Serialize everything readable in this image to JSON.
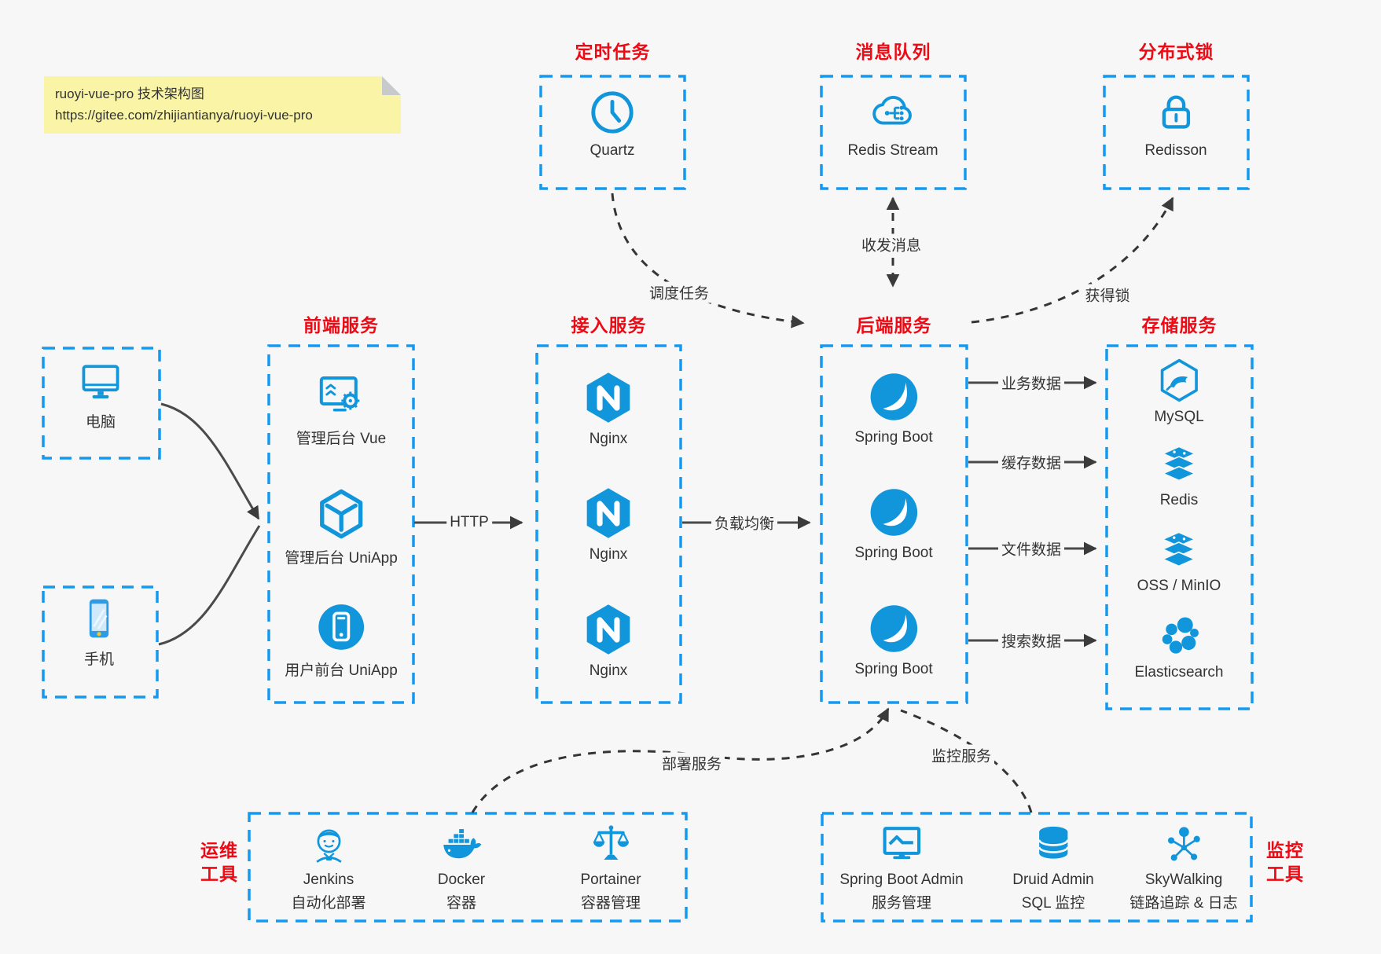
{
  "note": {
    "line1": "ruoyi-vue-pro 技术架构图",
    "line2": "https://gitee.com/zhijiantianya/ruoyi-vue-pro"
  },
  "colors": {
    "accent_blue": "#1296db",
    "border_blue": "#1499f0",
    "title_red": "#ee0a15",
    "note_yellow": "#faf5a6",
    "background": "#f7f7f7"
  },
  "top_groups": [
    {
      "title": "定时任务",
      "item": {
        "label": "Quartz",
        "icon": "clock-icon"
      }
    },
    {
      "title": "消息队列",
      "item": {
        "label": "Redis Stream",
        "icon": "cloud-stream-icon"
      }
    },
    {
      "title": "分布式锁",
      "item": {
        "label": "Redisson",
        "icon": "lock-icon"
      }
    }
  ],
  "clients": [
    {
      "label": "电脑",
      "icon": "desktop-icon"
    },
    {
      "label": "手机",
      "icon": "phone-icon"
    }
  ],
  "columns": [
    {
      "title": "前端服务",
      "items": [
        {
          "label": "管理后台 Vue",
          "icon": "admin-vue-icon"
        },
        {
          "label": "管理后台 UniApp",
          "icon": "cube-icon"
        },
        {
          "label": "用户前台 UniApp",
          "icon": "mobile-circle-icon"
        }
      ]
    },
    {
      "title": "接入服务",
      "items": [
        {
          "label": "Nginx",
          "icon": "nginx-icon"
        },
        {
          "label": "Nginx",
          "icon": "nginx-icon"
        },
        {
          "label": "Nginx",
          "icon": "nginx-icon"
        }
      ]
    },
    {
      "title": "后端服务",
      "items": [
        {
          "label": "Spring Boot",
          "icon": "spring-icon"
        },
        {
          "label": "Spring Boot",
          "icon": "spring-icon"
        },
        {
          "label": "Spring Boot",
          "icon": "spring-icon"
        }
      ]
    },
    {
      "title": "存储服务",
      "items": [
        {
          "label": "MySQL",
          "icon": "mysql-icon"
        },
        {
          "label": "Redis",
          "icon": "layers-icon"
        },
        {
          "label": "OSS / MinIO",
          "icon": "layers-icon"
        },
        {
          "label": "Elasticsearch",
          "icon": "elastic-icon"
        }
      ]
    }
  ],
  "bottom_groups": [
    {
      "label_line1": "运维",
      "label_line2": "工具",
      "items": [
        {
          "name": "Jenkins",
          "desc": "自动化部署",
          "icon": "jenkins-icon"
        },
        {
          "name": "Docker",
          "desc": "容器",
          "icon": "docker-icon"
        },
        {
          "name": "Portainer",
          "desc": "容器管理",
          "icon": "scales-icon"
        }
      ]
    },
    {
      "label_line1": "监控",
      "label_line2": "工具",
      "items": [
        {
          "name": "Spring Boot Admin",
          "desc": "服务管理",
          "icon": "monitor-chart-icon"
        },
        {
          "name": "Druid Admin",
          "desc": "SQL 监控",
          "icon": "database-icon"
        },
        {
          "name": "SkyWalking",
          "desc": "链路追踪 & 日志",
          "icon": "topology-icon"
        }
      ]
    }
  ],
  "edge_labels": {
    "http": "HTTP",
    "load_balance": "负载均衡",
    "dispatch_task": "调度任务",
    "send_receive_message": "收发消息",
    "acquire_lock": "获得锁",
    "business_data": "业务数据",
    "cache_data": "缓存数据",
    "file_data": "文件数据",
    "search_data": "搜索数据",
    "deploy_service": "部署服务",
    "monitor_service": "监控服务"
  }
}
